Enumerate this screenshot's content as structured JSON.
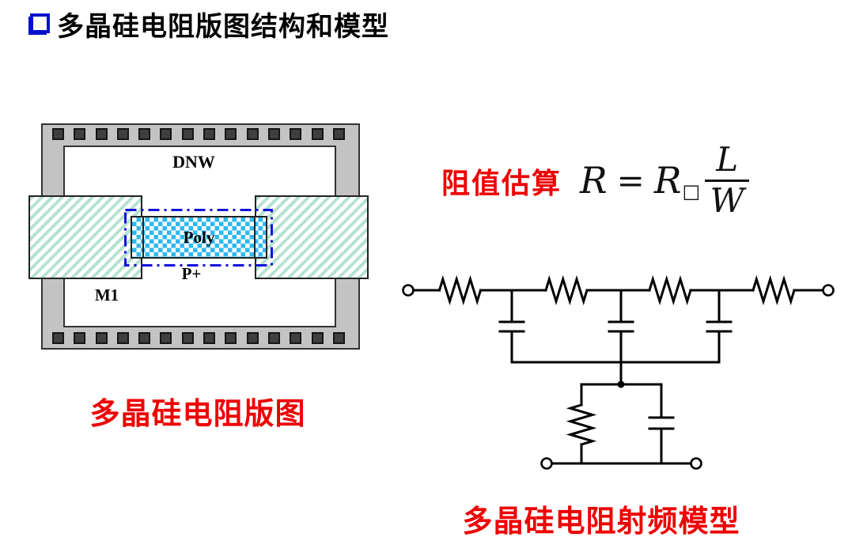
{
  "title": {
    "text": "多晶硅电阻版图结构和模型"
  },
  "colors": {
    "accent_red": "#ee0000",
    "bullet_blue": "#0011cc",
    "ring_gray": "#c3c3c3",
    "contact_dark": "#3f3f3f",
    "m1_hatch_green": "#b5e2d0",
    "poly_cyan": "#2eb8f0",
    "pplus_blue": "#1212dd"
  },
  "layout_diagram": {
    "caption": "多晶硅电阻版图",
    "contacts_per_row": 14,
    "labels": {
      "well": "DNW",
      "poly": "Poly",
      "implant": "P+",
      "metal": "M1"
    }
  },
  "estimation": {
    "label": "阻值估算",
    "formula": {
      "lhs": "R",
      "eq": "=",
      "base": "R",
      "subscript": "□",
      "numerator": "L",
      "denominator": "W"
    }
  },
  "rf_model": {
    "caption": "多晶硅电阻射频模型"
  }
}
